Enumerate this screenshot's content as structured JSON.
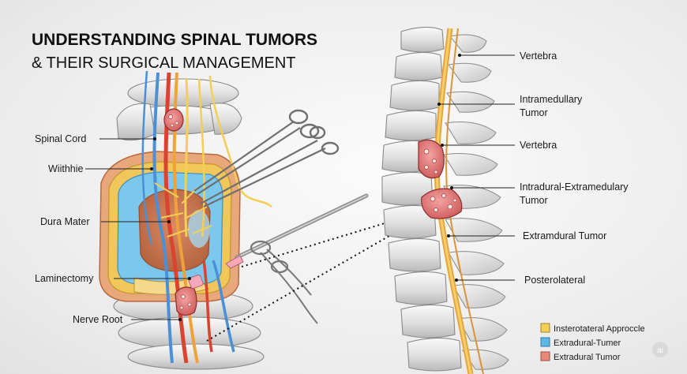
{
  "title": {
    "line1": "UNDERSTANDING SPINAL TUMORS",
    "line2": "& THEIR SURGICAL MANAGEMENT"
  },
  "left_labels": {
    "spinal_cord": "Spinal Cord",
    "withhie": "Wiithhie",
    "dura_mater": "Dura Mater",
    "laminectomy": "Laminectomy",
    "nerve_root": "Nerve Root"
  },
  "right_labels": {
    "vertebra_top": "Vertebra",
    "intramedullary_line1": "Intramedullary",
    "intramedullary_line2": "Tumor",
    "vertebra_mid": "Vertebra",
    "intradural_line1": "Intradural-Extramedulary",
    "intradural_line2": "Tumor",
    "extradural": "Extramdural Tumor",
    "posterolateral": "Posterolateral"
  },
  "legend": {
    "items": [
      {
        "label": "Insterotateral Approccle",
        "color": "#f3cf55"
      },
      {
        "label": "Extradural-Tumer",
        "color": "#5db8e6"
      },
      {
        "label": "Extradural Tumor",
        "color": "#e88a78"
      }
    ]
  },
  "watermark": "ai",
  "colors": {
    "cord_orange": "#f0a23a",
    "artery_red": "#d9432f",
    "vessel_blue": "#4b8fd6",
    "csf_blue": "#7cc7ec",
    "dura_yellow": "#f1c65a",
    "tumor_pink": "#e47b7b"
  }
}
